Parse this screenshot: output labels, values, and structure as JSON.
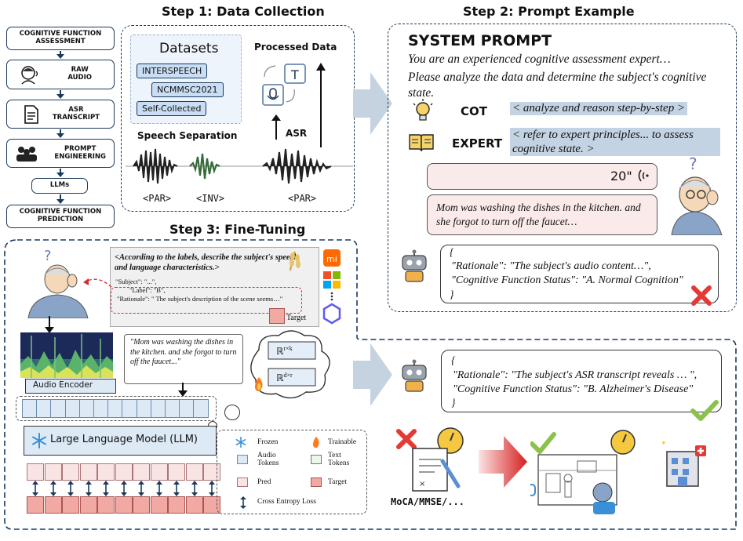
{
  "steps": {
    "step1": "Step 1: Data Collection",
    "step2": "Step 2: Prompt Example",
    "step3": "Step 3: Fine-Tuning"
  },
  "pipeline": [
    {
      "label": "COGNITIVE FUNCTION\nASSESSMENT",
      "icon": "none"
    },
    {
      "label": "RAW\nAUDIO",
      "icon": "person-speaking-icon"
    },
    {
      "label": "ASR\nTRANSCRIPT",
      "icon": "document-icon"
    },
    {
      "label": "PROMPT\nENGINEERING",
      "icon": "team-icon"
    },
    {
      "label": "LLMs",
      "icon": "none"
    },
    {
      "label": "COGNITIVE FUNCTION\nPREDICTION",
      "icon": "none"
    }
  ],
  "data_collection": {
    "datasets_title": "Datasets",
    "datasets": [
      "INTERSPEECH",
      "NCMMSC2021",
      "Self-Collected"
    ],
    "processed_title": "Processed Data",
    "asr_label": "ASR",
    "speech_separation": "Speech Separation",
    "par1": "<PAR>",
    "inv": "<INV>",
    "par2": "<PAR>"
  },
  "prompt_example": {
    "system_title": "SYSTEM PROMPT",
    "line1": "You are an experienced cognitive assessment expert…",
    "line2": "Please analyze the data and determine the subject's cognitive state.",
    "cot_label": "COT",
    "cot_text": "< analyze and reason step-by-step >",
    "expert_label": "EXPERT",
    "expert_text": "< refer to expert principles... to assess cognitive state. >",
    "audio_duration": "20\"",
    "transcript": "Mom was washing the dishes in the kitchen. and she forgot to turn off the faucet…",
    "resp_open": "{",
    "resp_rationale": "\"Rationale\": \"The subject's audio content…\",",
    "resp_status": "\"Cognitive Function Status\": \"A. Normal Cognition\"",
    "resp_close": "}"
  },
  "fine_tuning": {
    "instruction": "<According to the labels, describe the subject's speech and language characteristics.>",
    "subject_line": "\"Subject\": \"...\",",
    "label_line": "\"Label\": \"B\",",
    "rationale_line": "\"Rationale\": \" The subject's description of the scene seems…\"",
    "target_label": "Target",
    "quote_text": "\"Mom was washing the dishes in the kitchen. and she forgot to turn off the faucet...\"",
    "audio_encoder": "Audio Encoder",
    "llm_label": "Large Language Model (LLM)",
    "lora_top": "ℝ r×k",
    "lora_bottom": "ℝ d×r",
    "legend": {
      "frozen": "Frozen",
      "trainable": "Trainable",
      "audio_tokens": "Audio\nTokens",
      "text_tokens": "Text\nTokens",
      "pred": "Pred",
      "target": "Target",
      "loss": "Cross Entropy Loss"
    }
  },
  "output": {
    "resp_open": "{",
    "resp_rationale": "\"Rationale\": \"The subject's ASR transcript reveals … \",",
    "resp_status": "\"Cognitive Function Status\": \"B. Alzheimer's Disease\"",
    "resp_close": "}",
    "moca": "MoCA/MMSE/..."
  },
  "colors": {
    "navy": "#1b3a5c",
    "dataset_fill": "#c9def4",
    "highlight": "#c4d3e3",
    "pink_box": "#fbeaea",
    "red_x": "#e53935",
    "green_check": "#8bc34a",
    "big_arrow": "#c5d3e0"
  }
}
